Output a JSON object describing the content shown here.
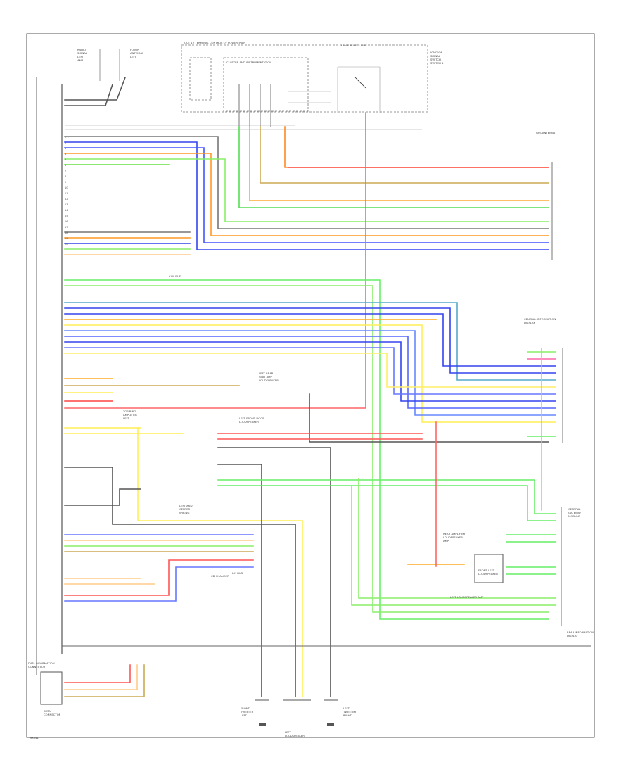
{
  "diagram": {
    "footer_code": "M3041",
    "labels": {
      "rear_door_left": "RADIO\nSIGNAL\nLEFT\nAMP",
      "antenna_left": "FLOOR\nANTENNA\nLEFT",
      "oil_module": "OUT 12 TERMINAL CONTROL OF POWERTRAIN",
      "cluster": "CLUSTER AND INSTRUMENTATION",
      "relay": "LAMP RELAY 1 LINE",
      "ignition": "IGNITION\nSIGNAL\nSWITCH\nSWITCH 1",
      "antenna": "GPS ANTENNA",
      "central_info": "CENTRAL INFORMATION\nDISPLAY",
      "left_amp": "LEFT REAR\nSEAT AMP\nLOUDSPEAKER",
      "left_front_door": "LEFT FRONT DOOR\nLOUDSPEAKER",
      "rear_amp": "REAR AMPLIFIER\nLOUDSPEAKER\nAMP",
      "top_ring": "TOP RING\nAMPLIFIER\nLEFT",
      "front_bus": "LEFT AND\nCENTER\nWIRING",
      "cd_changer": "CD CHANGER",
      "rear_loudspeakers": "FRONT LEFT\nLOUDSPEAKER",
      "left_loudspeaker_amp": "LEFT LOUDSPEAKER AMP",
      "rear_info": "REAR INFORMATION\nDISPLAY",
      "diag_connector": "DATA INFORMATION\nCONNECTOR",
      "data_link": "DATA\nCONNECTOR",
      "ground_left": "FRONT\nTWEETER\nLEFT",
      "ground_mid": "LEFT\nLOUDSPEAKER",
      "ground_right": "LEFT\nTWEETER\nRIGHT",
      "bus_top": "CAN BUS",
      "bus_mid": "LIN BUS",
      "right_connector": "CENTRAL\nGATEWAY\nMODULE"
    },
    "pin_labels": [
      "X 1",
      "2",
      "3",
      "4",
      "5",
      "6",
      "7",
      "8",
      "9",
      "10",
      "11",
      "12",
      "13",
      "14",
      "15",
      "16",
      "17",
      "18",
      "19",
      "20"
    ]
  }
}
